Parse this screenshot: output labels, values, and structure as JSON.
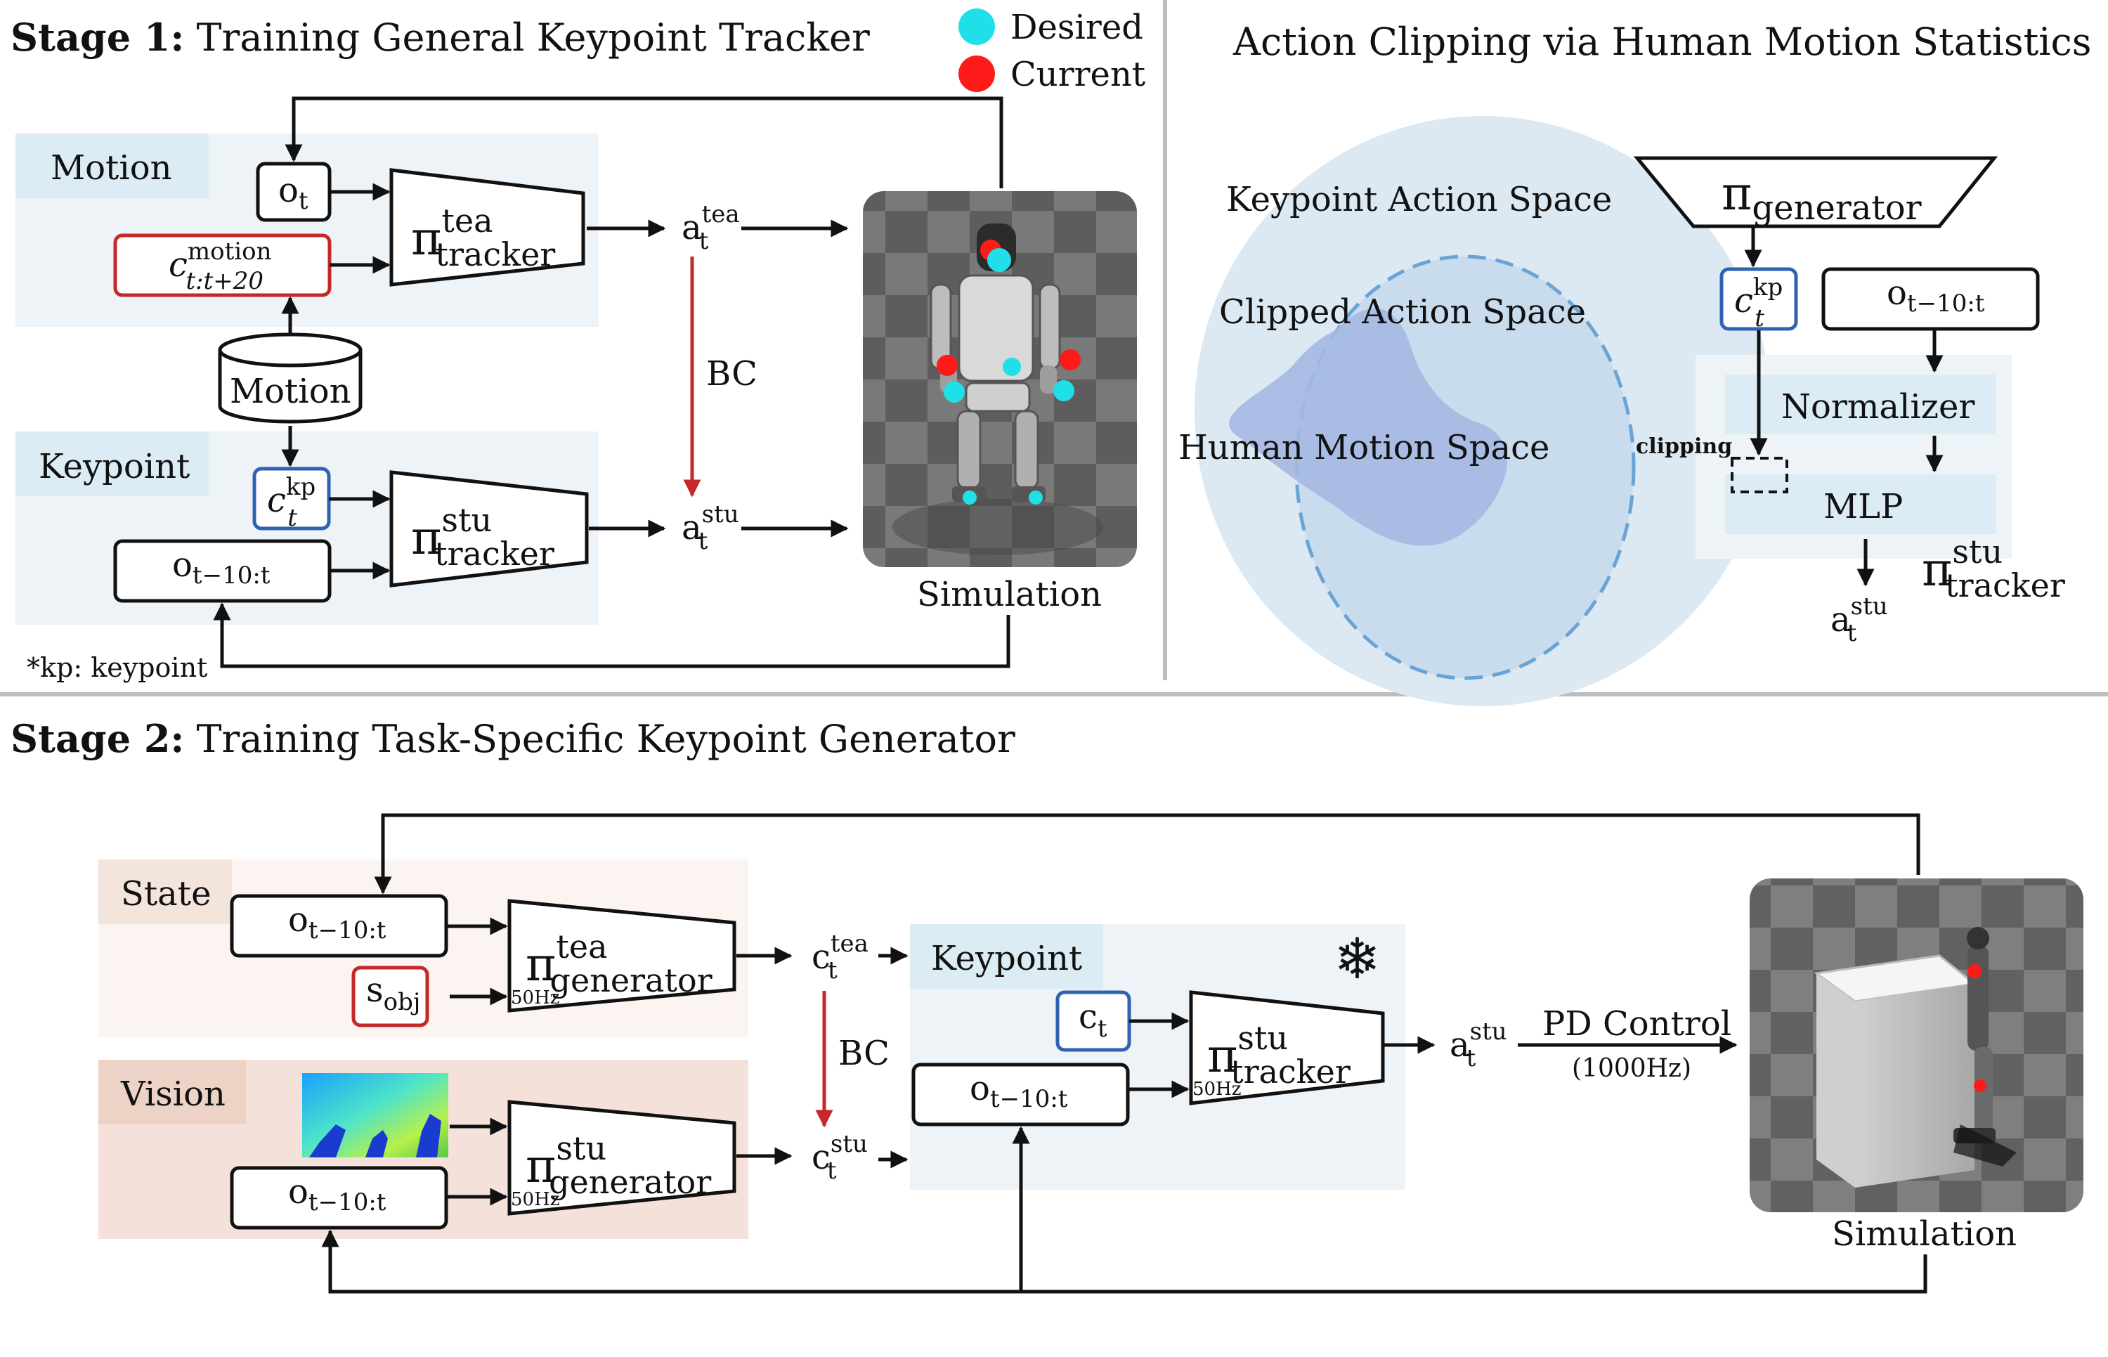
{
  "stage1": {
    "title_bold": "Stage 1:",
    "title_rest": " Training General Keypoint Tracker",
    "legend": {
      "desired": "Desired",
      "current": "Current"
    },
    "motion_label": "Motion",
    "keypoint_label": "Keypoint",
    "o": "o",
    "o_sub_t": "t",
    "o_sub_hist": "t−10:t",
    "c": "c",
    "c_motion_sup": "motion",
    "c_motion_sub": "t:t+20",
    "c_kp_sup": "kp",
    "c_kp_sub": "t",
    "motion_db": "Motion",
    "pi": "π",
    "pi_tea_sup": "tea",
    "pi_stu_sup": "stu",
    "tracker_sub": "tracker",
    "a": "a",
    "a_tea_sup": "tea",
    "a_stu_sup": "stu",
    "a_sub": "t",
    "bc": "BC",
    "simulation": "Simulation",
    "footnote": "*kp: keypoint"
  },
  "clip": {
    "title": "Action Clipping via Human Motion Statistics",
    "keypoint_space": "Keypoint Action Space",
    "clipped_space": "Clipped Action Space",
    "human_space": "Human Motion Space",
    "pi": "π",
    "generator_sub": "generator",
    "c": "c",
    "c_kp_sup": "kp",
    "c_kp_sub": "t",
    "o": "o",
    "o_sub_hist": "t−10:t",
    "normalizer": "Normalizer",
    "clipping": "clipping",
    "mlp": "MLP",
    "pi_stu_sup": "stu",
    "tracker_sub": "tracker",
    "a": "a",
    "a_stu_sup": "stu",
    "a_sub": "t"
  },
  "stage2": {
    "title_bold": "Stage 2:",
    "title_rest": " Training Task-Specific Keypoint Generator",
    "state_label": "State",
    "vision_label": "Vision",
    "keypoint_label": "Keypoint",
    "o": "o",
    "o_sub_hist": "t−10:t",
    "s": "s",
    "s_sub": "obj",
    "pi": "π",
    "pi_tea_sup": "tea",
    "pi_stu_sup": "stu",
    "generator_sub": "generator",
    "tracker_sub": "tracker",
    "freq": "50Hz",
    "c": "c",
    "c_tea_sup": "tea",
    "c_stu_sup": "stu",
    "c_sub": "t",
    "a": "a",
    "a_stu_sup": "stu",
    "a_sub": "t",
    "bc": "BC",
    "pd_control": "PD Control",
    "pd_freq": "(1000Hz)",
    "simulation": "Simulation",
    "snowflake": "❄"
  },
  "colors": {
    "panel_blue": "#eef3f8",
    "label_blue": "#dcecf4",
    "panel_state": "#fbf4f1",
    "label_state": "#f3e4dc",
    "panel_vision": "#f4e2da",
    "label_vision": "#ecd3c6",
    "red": "#c62828",
    "blue": "#2f62b0",
    "desired_dot": "#1fe0e8",
    "current_dot": "#ff1a1a"
  }
}
